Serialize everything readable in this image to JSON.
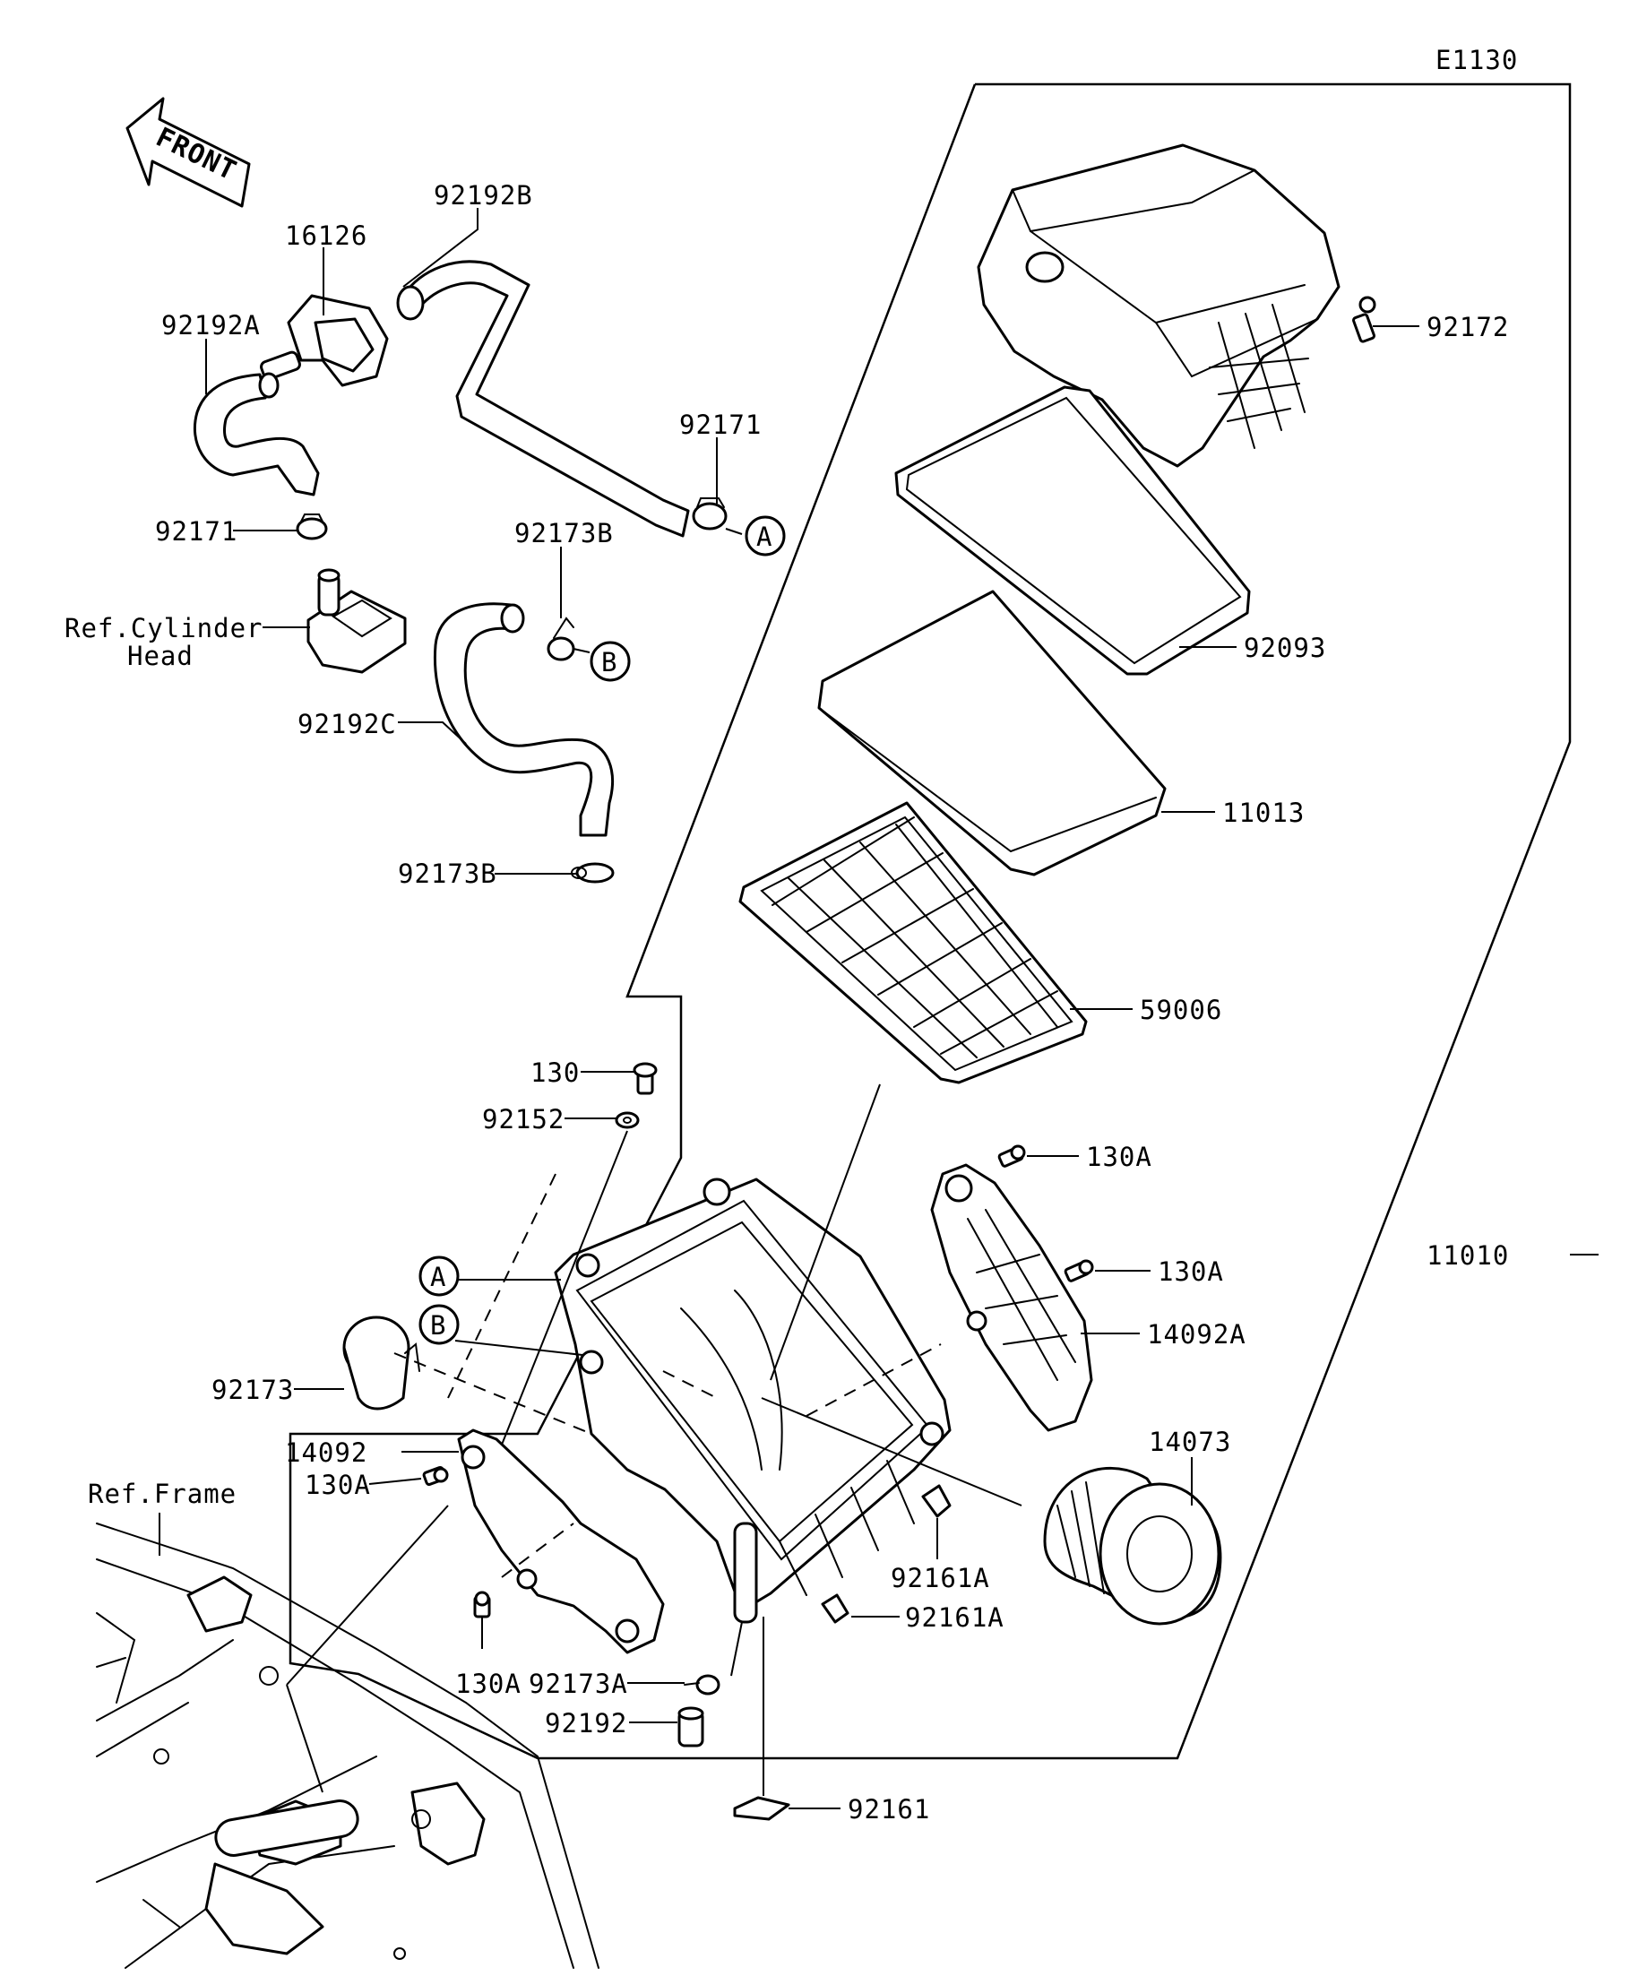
{
  "diagram_code": "E1130",
  "front_arrow_label": "FRONT",
  "callouts": {
    "p16126": "16126",
    "p92192B": "92192B",
    "p92192A": "92192A",
    "p92171_top": "92171",
    "p92171_left": "92171",
    "p92173B_top": "92173B",
    "p92173B_bottom": "92173B",
    "p92192C": "92192C",
    "ref_cylinder_head_1": "Ref.Cylinder",
    "ref_cylinder_head_2": "Head",
    "p92172": "92172",
    "p92093": "92093",
    "p11013": "11013",
    "p59006": "59006",
    "p130": "130",
    "p92152": "92152",
    "p130A_1": "130A",
    "p130A_2": "130A",
    "p130A_3": "130A",
    "p130A_4": "130A",
    "p14092A": "14092A",
    "p11010": "11010",
    "p14073": "14073",
    "p92173": "92173",
    "p14092": "14092",
    "ref_frame": "Ref.Frame",
    "p92161A_1": "92161A",
    "p92161A_2": "92161A",
    "p92173A": "92173A",
    "p92192": "92192",
    "p92161": "92161"
  },
  "circle_markers": {
    "A1": "A",
    "B1": "B",
    "A2": "A",
    "B2": "B"
  }
}
